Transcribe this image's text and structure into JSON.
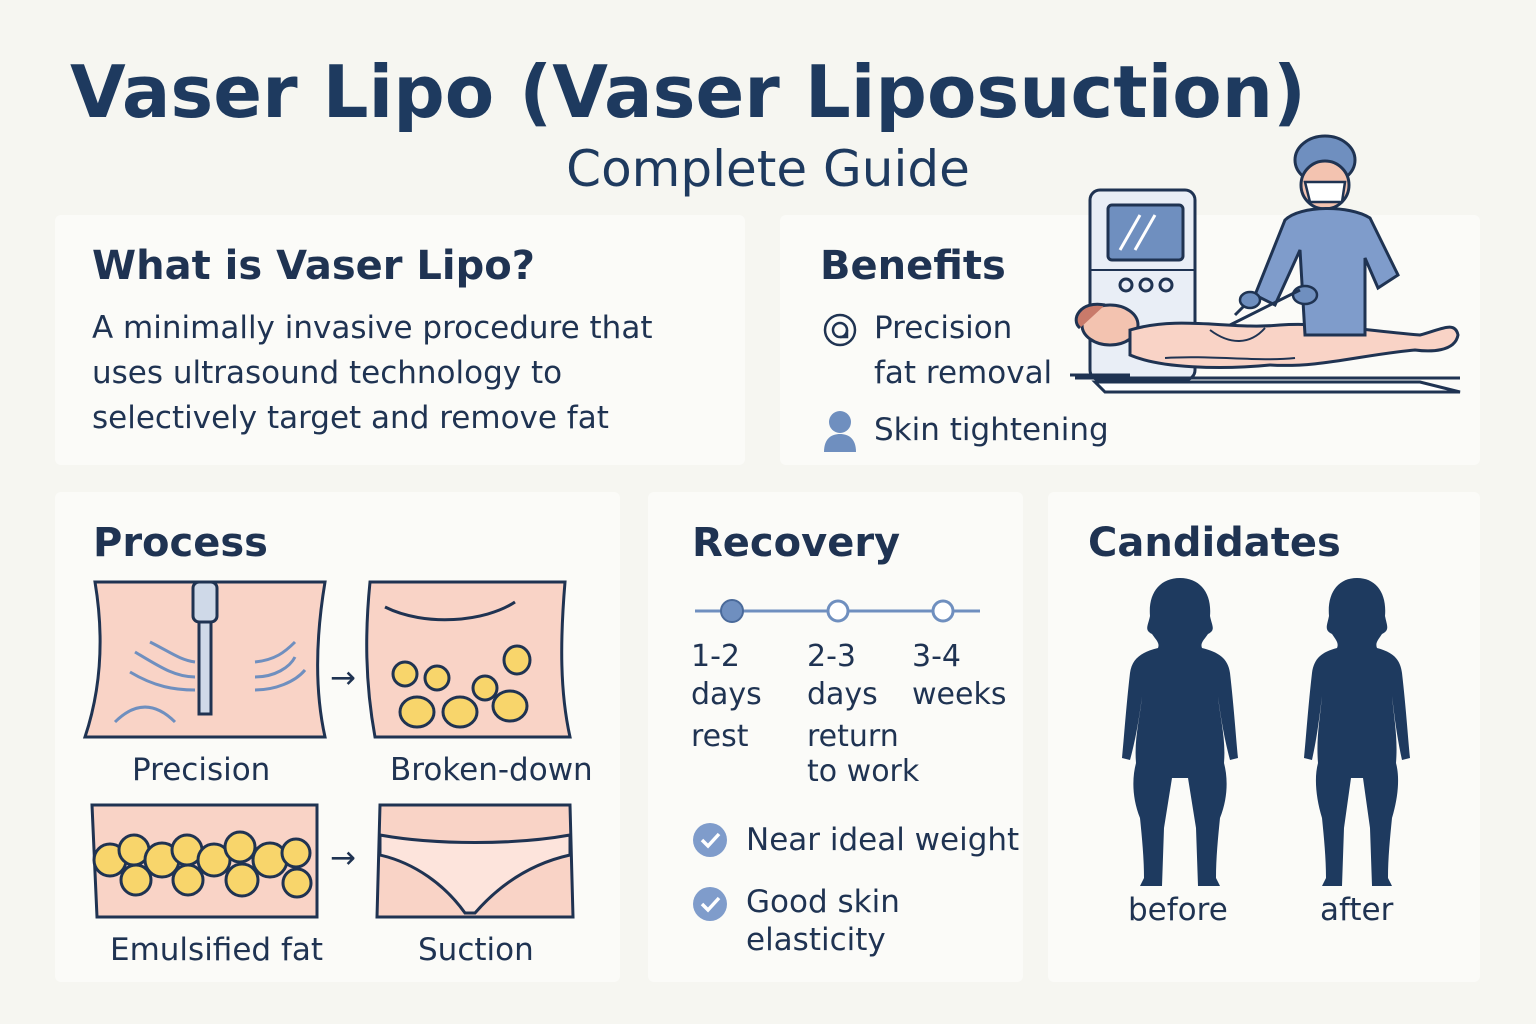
{
  "header": {
    "title": "Vaser Lipo (Vaser Liposuction)",
    "subtitle": "Complete Guide"
  },
  "what": {
    "heading": "What is Vaser Lipo?",
    "lines": [
      "A minimally invasive procedure that",
      "uses ultrasound technology to",
      "selectively target and remove fat"
    ]
  },
  "benefits": {
    "heading": "Benefits",
    "items": [
      {
        "icon": "precision-icon",
        "lines": [
          "Precision",
          "fat removal"
        ]
      },
      {
        "icon": "person-icon",
        "lines": [
          "Skin tightening"
        ]
      }
    ]
  },
  "process": {
    "heading": "Process",
    "steps": [
      "Precision",
      "Broken-down",
      "Emulsified fat",
      "Suction"
    ],
    "arrow": "→"
  },
  "recovery": {
    "heading": "Recovery",
    "timeline": [
      {
        "lines": [
          "1-2",
          "days",
          "rest"
        ]
      },
      {
        "lines": [
          "2-3",
          "days",
          "return",
          "to work"
        ]
      },
      {
        "lines": [
          "3-4",
          "weeks"
        ]
      }
    ],
    "criteria": [
      {
        "lines": [
          "Near ideal weight"
        ]
      },
      {
        "lines": [
          "Good skin",
          "elasticity"
        ]
      }
    ]
  },
  "candidates": {
    "heading": "Candidates",
    "before": "before",
    "after": "after"
  },
  "colors": {
    "navy": "#1e3a5f",
    "skin": "#f9d3c6",
    "fat": "#f8d56b",
    "accent": "#6f8fbf"
  }
}
